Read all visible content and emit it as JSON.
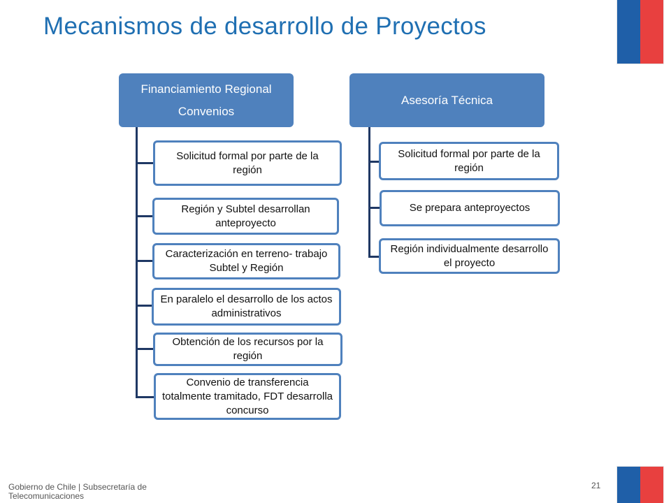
{
  "title": "Mecanismos de desarrollo de Proyectos",
  "left": {
    "header_line1": "Financiamiento Regional",
    "header_line2": "Convenios",
    "steps": [
      "Solicitud formal por parte de la región",
      "Región y Subtel desarrollan anteproyecto",
      "Caracterización en terreno- trabajo Subtel y Región",
      "En paralelo el desarrollo de los actos administrativos",
      "Obtención  de los recursos por la región",
      "Convenio de transferencia totalmente tramitado, FDT desarrolla concurso"
    ]
  },
  "right": {
    "header": "Asesoría Técnica",
    "steps": [
      "Solicitud formal por parte de la región",
      "Se prepara anteproyectos",
      "Región individualmente desarrollo el   proyecto"
    ]
  },
  "footer": {
    "org": "Gobierno de Chile | Subsecretaría de Telecomunicaciones",
    "page_number": "21"
  },
  "colors": {
    "title": "#1f6fb2",
    "header_fill": "#4f81bd",
    "connector": "#1f3864",
    "flag_blue": "#1f5fa8",
    "flag_red": "#e8403f"
  }
}
